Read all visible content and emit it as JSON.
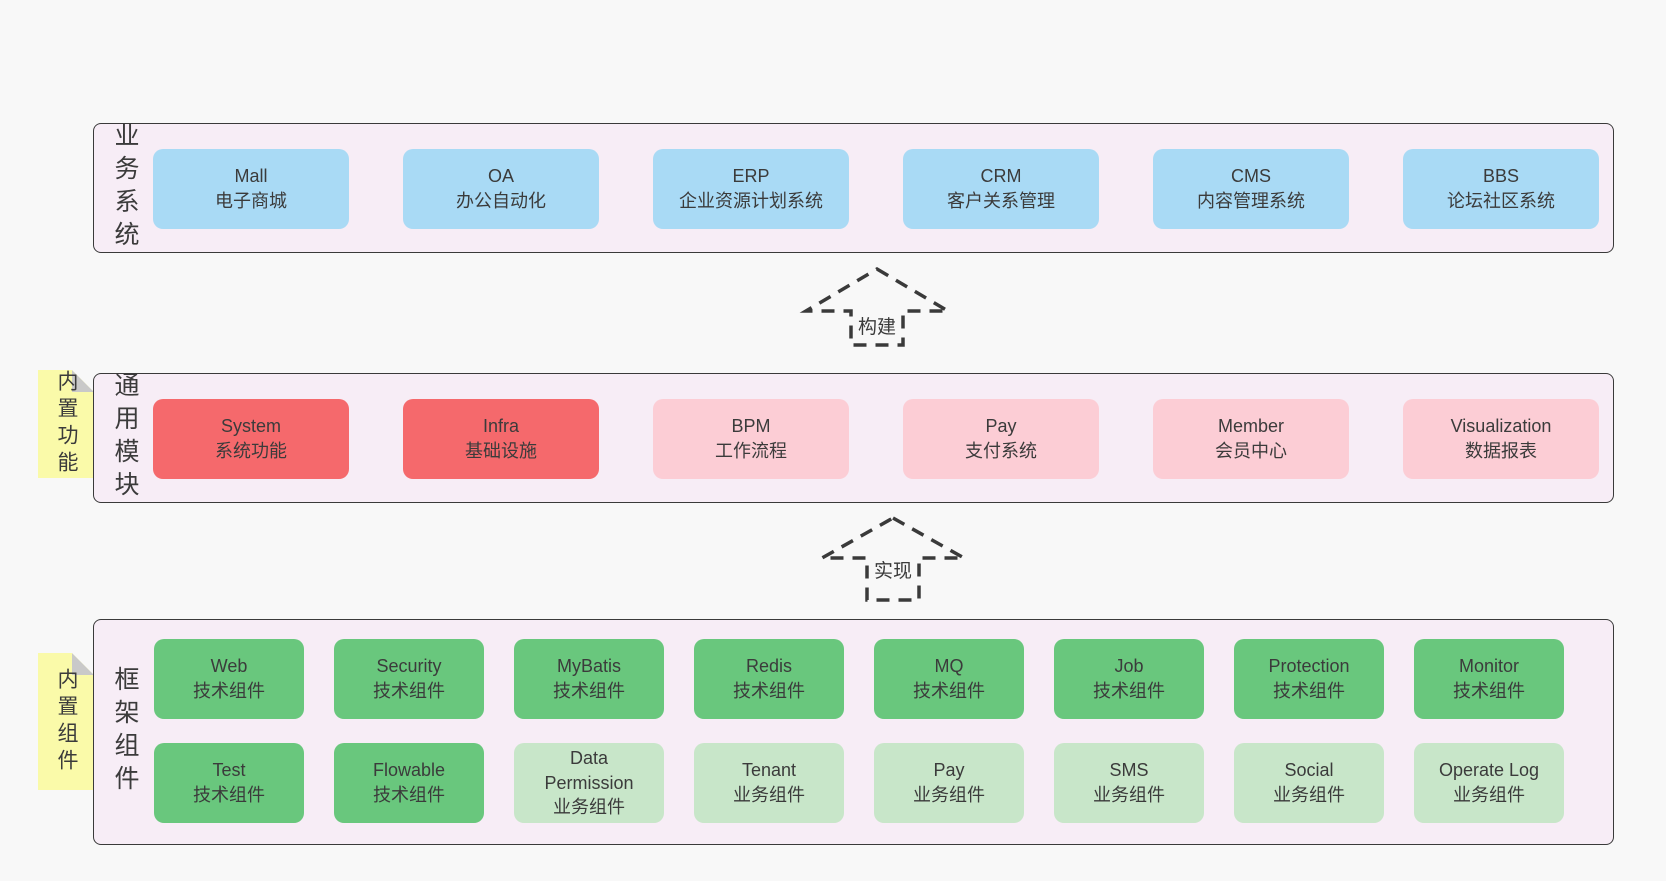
{
  "colors": {
    "page_bg": "#f8f8f8",
    "panel_bg": "#f7edf6",
    "panel_border": "#3a3a3a",
    "blue": "#a9daf5",
    "red": "#f5696c",
    "pink": "#fccdd5",
    "green": "#69c77d",
    "light_green": "#c8e6c9",
    "yellow": "#fafaa9",
    "fold_gray": "#c9c9c9",
    "text": "#3b3b3b"
  },
  "arrows": [
    {
      "label": "构建"
    },
    {
      "label": "实现"
    }
  ],
  "sections": [
    {
      "label": "业务系统",
      "boxes": [
        {
          "name": "Mall",
          "desc": "电子商城"
        },
        {
          "name": "OA",
          "desc": "办公自动化"
        },
        {
          "name": "ERP",
          "desc": "企业资源计划系统"
        },
        {
          "name": "CRM",
          "desc": "客户关系管理"
        },
        {
          "name": "CMS",
          "desc": "内容管理系统"
        },
        {
          "name": "BBS",
          "desc": "论坛社区系统"
        }
      ]
    },
    {
      "label": "通用模块",
      "tab": "内置功能",
      "boxes": [
        {
          "name": "System",
          "desc": "系统功能"
        },
        {
          "name": "Infra",
          "desc": "基础设施"
        },
        {
          "name": "BPM",
          "desc": "工作流程"
        },
        {
          "name": "Pay",
          "desc": "支付系统"
        },
        {
          "name": "Member",
          "desc": "会员中心"
        },
        {
          "name": "Visualization",
          "desc": "数据报表"
        }
      ]
    },
    {
      "label": "框架组件",
      "tab": "内置组件",
      "rows": [
        [
          {
            "name": "Web",
            "desc": "技术组件"
          },
          {
            "name": "Security",
            "desc": "技术组件"
          },
          {
            "name": "MyBatis",
            "desc": "技术组件"
          },
          {
            "name": "Redis",
            "desc": "技术组件"
          },
          {
            "name": "MQ",
            "desc": "技术组件"
          },
          {
            "name": "Job",
            "desc": "技术组件"
          },
          {
            "name": "Protection",
            "desc": "技术组件"
          },
          {
            "name": "Monitor",
            "desc": "技术组件"
          }
        ],
        [
          {
            "name": "Test",
            "desc": "技术组件"
          },
          {
            "name": "Flowable",
            "desc": "技术组件"
          },
          {
            "name": "Data Permission",
            "desc": "业务组件"
          },
          {
            "name": "Tenant",
            "desc": "业务组件"
          },
          {
            "name": "Pay",
            "desc": "业务组件"
          },
          {
            "name": "SMS",
            "desc": "业务组件"
          },
          {
            "name": "Social",
            "desc": "业务组件"
          },
          {
            "name": "Operate Log",
            "desc": "业务组件"
          }
        ]
      ]
    }
  ]
}
